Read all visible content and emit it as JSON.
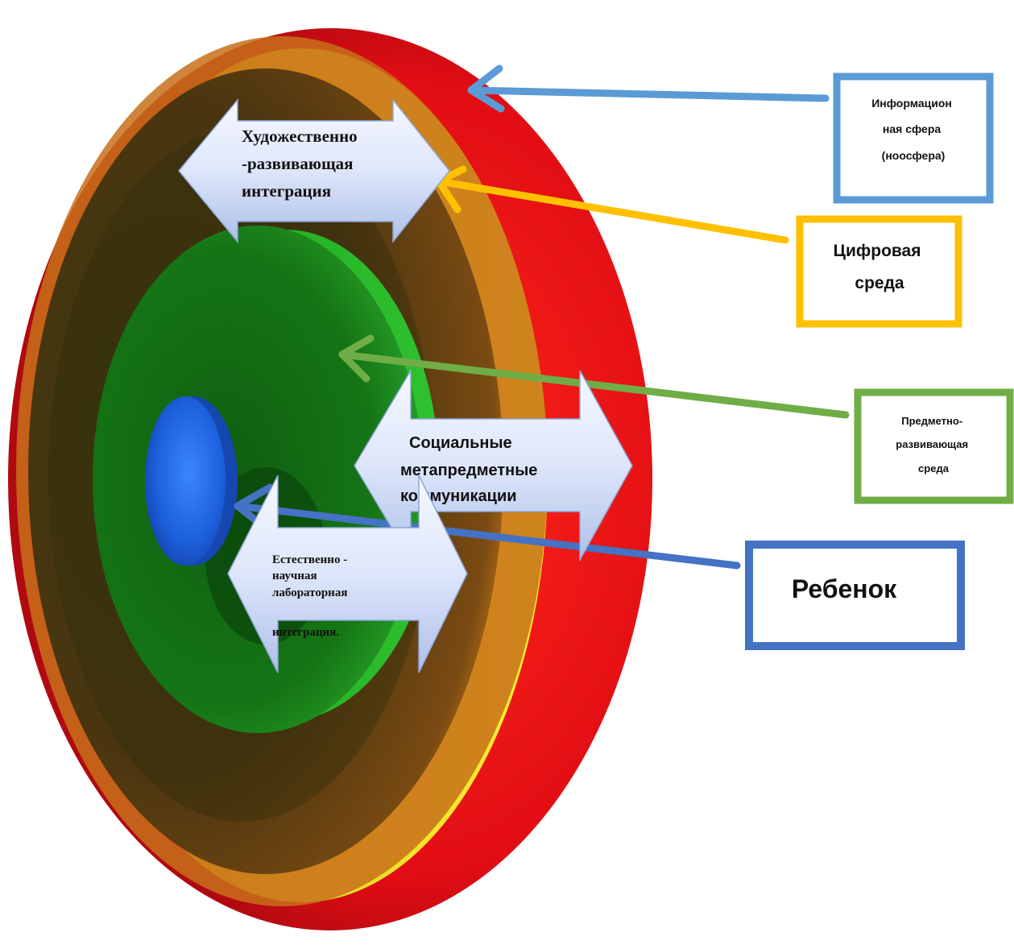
{
  "arrows_double": [
    {
      "id": "artistic",
      "lines": [
        "Художественно",
        "-развивающая",
        "интеграция"
      ]
    },
    {
      "id": "social",
      "lines": [
        "Социальные",
        "метапредметные",
        "коммуникации"
      ]
    },
    {
      "id": "natural",
      "lines": [
        "Естественно -",
        "научная",
        "лабораторная",
        "интеграция."
      ]
    }
  ],
  "labels": [
    {
      "id": "info",
      "lines": [
        "Информацион",
        "ная сфера",
        "(ноосфера)"
      ],
      "color": "#5b9bd5"
    },
    {
      "id": "digital",
      "lines": [
        "Цифровая",
        "среда"
      ],
      "color": "#ffc000"
    },
    {
      "id": "subject",
      "lines": [
        "Предметно-",
        "развивающая",
        "среда"
      ],
      "color": "#70ad47"
    },
    {
      "id": "child",
      "lines": [
        "Ребенок"
      ],
      "color": "#4472c4"
    }
  ],
  "rings": [
    {
      "name": "outer-red-ring",
      "color": "#e8141a"
    },
    {
      "name": "yellow-ring",
      "color": "#f2ee1e"
    },
    {
      "name": "brown-ring",
      "color": "#5a3c12"
    },
    {
      "name": "green-ring",
      "color": "#1b8a1f"
    },
    {
      "name": "blue-core",
      "color": "#1e5fd6"
    }
  ]
}
